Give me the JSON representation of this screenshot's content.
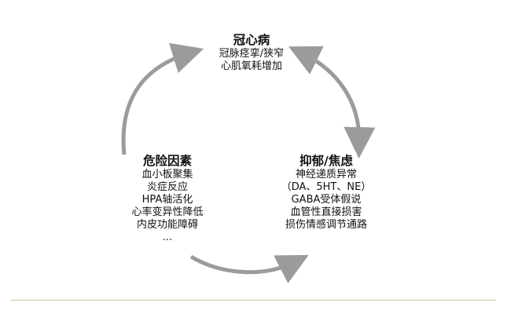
{
  "diagram": {
    "nodes": {
      "top": {
        "title": "冠心病",
        "lines": [
          "冠脉痉挛/狭窄",
          "心肌氧耗增加"
        ]
      },
      "left": {
        "title": "危险因素",
        "lines": [
          "血小板聚集",
          "炎症反应",
          "HPA轴活化",
          "心率变异性降低",
          "内皮功能障碍",
          "..."
        ]
      },
      "right": {
        "title": "抑郁/焦虑",
        "lines": [
          "神经递质异常",
          "（DA、5HT、NE）",
          "GABA受体假说",
          "血管性直接损害",
          "损伤情感调节通路"
        ]
      }
    },
    "arrow_color": "#9b9b9b",
    "rule_color": "#cfc88a"
  }
}
